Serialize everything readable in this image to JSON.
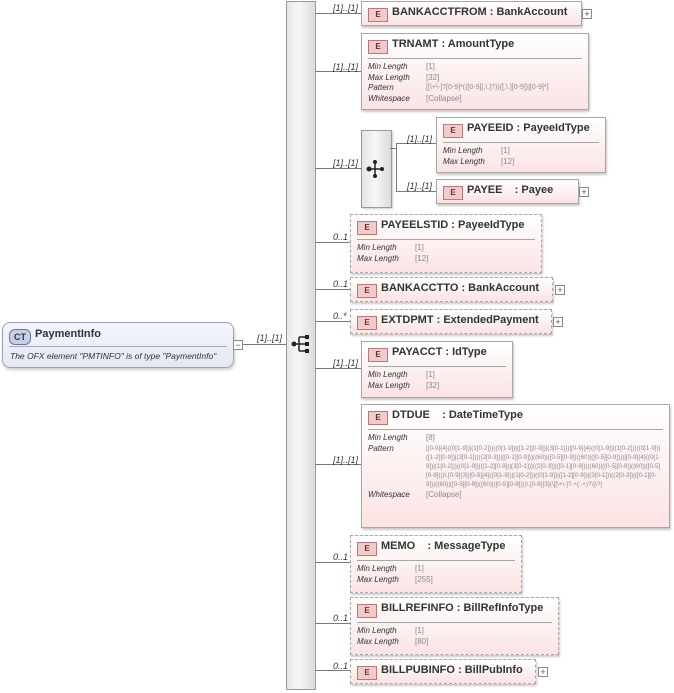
{
  "root": {
    "badge": "CT",
    "name": "PaymentInfo",
    "doc": "The OFX element \"PMTINFO\" is of type \"PaymentInfo\"",
    "multiplicity": "[1]..[1]"
  },
  "elements": [
    {
      "badge": "E",
      "label": "BANKACCTFROM : BankAccount",
      "mult": "[1]..[1]",
      "optional": false,
      "expandable": true,
      "props": []
    },
    {
      "badge": "E",
      "label": "TRNAMT : AmountType",
      "mult": "[1]..[1]",
      "optional": false,
      "expandable": false,
      "props": [
        {
          "k": "Min Length",
          "v": "[1]"
        },
        {
          "k": "Max Length",
          "v": "[32]"
        },
        {
          "k": "Pattern",
          "v": "[[\\+\\-]?[0-9]*(([0-9][,\\.]?))([,\\.][0-9])|[0-9]*]"
        },
        {
          "k": "Whitespace",
          "v": "[Collapse]"
        }
      ]
    },
    {
      "badge": "E",
      "label": "PAYEEID : PayeeIdType",
      "mult": "[1]..[1]",
      "optional": false,
      "expandable": false,
      "props": [
        {
          "k": "Min Length",
          "v": "[1]"
        },
        {
          "k": "Max Length",
          "v": "[12]"
        }
      ]
    },
    {
      "badge": "E",
      "label": "PAYEE    : Payee",
      "mult": "[1]..[1]",
      "optional": false,
      "expandable": true,
      "props": []
    },
    {
      "badge": "E",
      "label": "PAYEELSTID : PayeeIdType",
      "mult": "0..1",
      "optional": true,
      "expandable": false,
      "props": [
        {
          "k": "Min Length",
          "v": "[1]"
        },
        {
          "k": "Max Length",
          "v": "[12]"
        }
      ]
    },
    {
      "badge": "E",
      "label": "BANKACCTTO : BankAccount",
      "mult": "0..1",
      "optional": true,
      "expandable": true,
      "props": []
    },
    {
      "badge": "E",
      "label": "EXTDPMT : ExtendedPayment",
      "mult": "0..*",
      "optional": true,
      "expandable": true,
      "props": []
    },
    {
      "badge": "E",
      "label": "PAYACCT : IdType",
      "mult": "[1]..[1]",
      "optional": false,
      "expandable": false,
      "props": [
        {
          "k": "Min Length",
          "v": "[1]"
        },
        {
          "k": "Max Length",
          "v": "[32]"
        }
      ]
    },
    {
      "badge": "E",
      "label": "DTDUE    : DateTimeType",
      "mult": "[1]..[1]",
      "optional": false,
      "expandable": false,
      "props": [
        {
          "k": "Min Length",
          "v": "[8]"
        },
        {
          "k": "Pattern",
          "v": "[[0-9]{4}((0[1-9])|(1[0-2]))((0[1-9])|([1-2][0-9])|(3[0-1]))|[0-9]{4}((0[1-9])|(1[0-2]))((0[1-9])|([1-2][0-9])|(3[0-1]))((2[0-3])|([0-1][0-9]))((60)|([0-5][0-9])((60)|([0-5][0-9])))|[0-9]{4}((0[1-9])|(1[0-2]))((0[1-9])|([1-2][0-9])|(3[0-1]))((2[0-3])|([0-1][0-9]))((60)|([0-5][0-9])((60)|([0-5][0-9])))\\.[0-9]{3}|[0-9]{4}((0[1-9])|(1[0-2]))((0[1-9])|([1-2][0-9])|(3[0-1]))((2[0-3])|([0-1][0-9]))((60)|([0-5][0-9])((60)|([0-5][0-9])))\\.[0-9]{3}(\\[[\\+\\-]?.+(:.+)?\\])?]"
        },
        {
          "k": "Whitespace",
          "v": "[Collapse]"
        }
      ]
    },
    {
      "badge": "E",
      "label": "MEMO    : MessageType",
      "mult": "0..1",
      "optional": true,
      "expandable": false,
      "props": [
        {
          "k": "Min Length",
          "v": "[1]"
        },
        {
          "k": "Max Length",
          "v": "[255]"
        }
      ]
    },
    {
      "badge": "E",
      "label": "BILLREFINFO : BillRefInfoType",
      "mult": "0..1",
      "optional": true,
      "expandable": false,
      "props": [
        {
          "k": "Min Length",
          "v": "[1]"
        },
        {
          "k": "Max Length",
          "v": "[80]"
        }
      ]
    },
    {
      "badge": "E",
      "label": "BILLPUBINFO : BillPubInfo",
      "mult": "0..1",
      "optional": true,
      "expandable": true,
      "props": []
    }
  ]
}
